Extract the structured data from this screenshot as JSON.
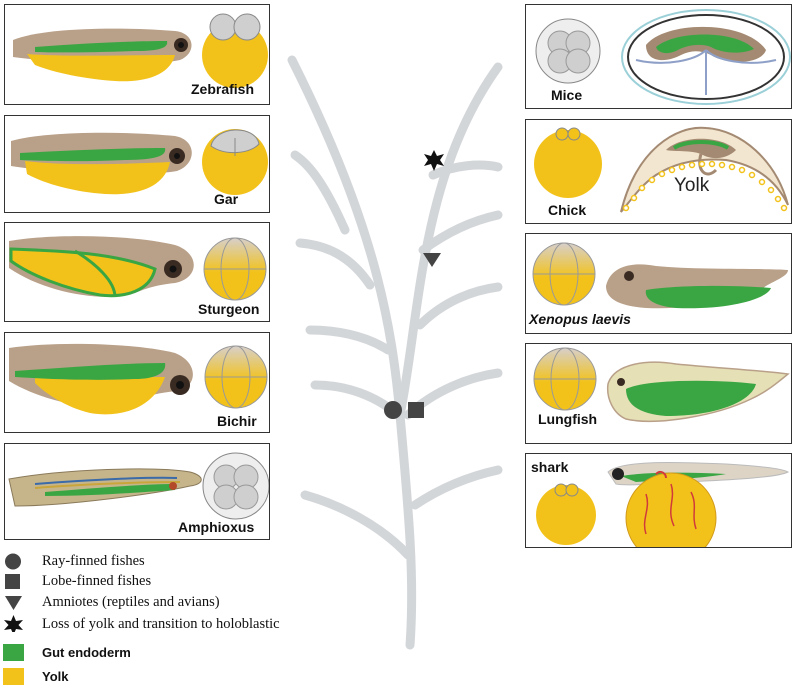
{
  "colors": {
    "yolk": "#f2c21b",
    "gut": "#3aa643",
    "tree": "#d3d6d9",
    "marker": "#444444",
    "embryo_body": "#b49a83",
    "panel_border": "#333333"
  },
  "left_panels": [
    {
      "id": "zebrafish",
      "label": "Zebrafish",
      "egg": "yolk-cap",
      "italic": false
    },
    {
      "id": "gar",
      "label": "Gar",
      "egg": "yolk-cap",
      "italic": false
    },
    {
      "id": "sturgeon",
      "label": "Sturgeon",
      "egg": "holoblastic-gradient",
      "italic": false
    },
    {
      "id": "bichir",
      "label": "Bichir",
      "egg": "holoblastic-gradient",
      "italic": false
    },
    {
      "id": "amphioxus",
      "label": "Amphioxus",
      "egg": "holoblastic-grey",
      "italic": false
    }
  ],
  "right_panels": [
    {
      "id": "mice",
      "label": "Mice",
      "egg": "holoblastic-grey",
      "italic": false,
      "annotation": ""
    },
    {
      "id": "chick",
      "label": "Chick",
      "egg": "yolk-cap",
      "italic": false,
      "annotation": "Yolk"
    },
    {
      "id": "xenopus",
      "label": "Xenopus laevis",
      "egg": "holoblastic-gradient",
      "italic": true,
      "annotation": ""
    },
    {
      "id": "lungfish",
      "label": "Lungfish",
      "egg": "holoblastic-gradient",
      "italic": false,
      "annotation": ""
    },
    {
      "id": "shark",
      "label": "shark",
      "egg": "yolk-cap",
      "italic": false,
      "annotation": ""
    }
  ],
  "tree_markers": [
    {
      "symbol": "circle",
      "meaning": "Ray-finned fishes"
    },
    {
      "symbol": "square",
      "meaning": "Lobe-finned fishes"
    },
    {
      "symbol": "triangle",
      "meaning": "Amniotes (reptiles and avians)"
    },
    {
      "symbol": "star",
      "meaning": "Loss of yolk and transition to holoblastic"
    }
  ],
  "legend": [
    {
      "symbol": "circle-icon",
      "text": "Ray-finned fishes"
    },
    {
      "symbol": "square-icon",
      "text": "Lobe-finned fishes"
    },
    {
      "symbol": "triangle-icon",
      "text": "Amniotes (reptiles and avians)"
    },
    {
      "symbol": "star-icon",
      "text": "Loss of yolk and transition to holoblastic"
    },
    {
      "symbol": "green-swatch",
      "text": "Gut endoderm"
    },
    {
      "symbol": "yellow-swatch",
      "text": "Yolk"
    }
  ]
}
